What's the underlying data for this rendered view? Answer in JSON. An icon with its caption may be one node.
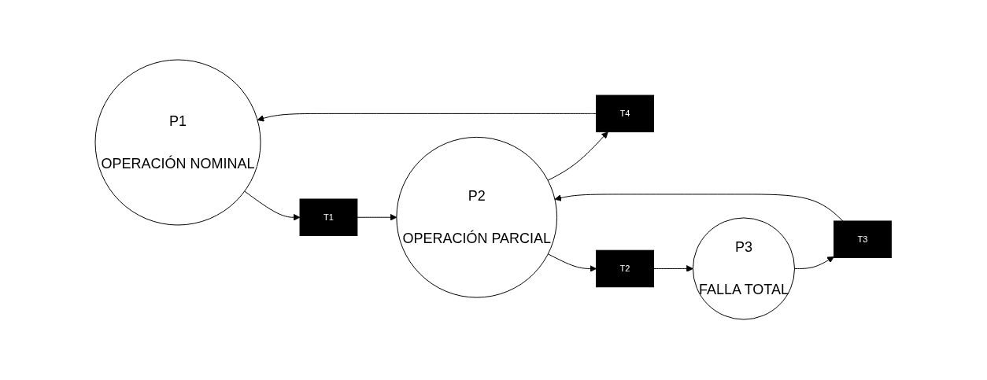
{
  "diagram": {
    "nodes": [
      {
        "text": [
          "T4"
        ]
      },
      {
        "text": [
          "T3"
        ]
      },
      {
        "text": [
          "P1",
          "OPERACIÓN NOMINAL"
        ]
      },
      {
        "text": [
          "P2",
          "OPERACIÓN PARCIAL"
        ]
      },
      {
        "text": [
          "P3",
          "FALLA TOTAL"
        ]
      },
      {
        "text": [
          "T1"
        ]
      },
      {
        "text": [
          "T2"
        ]
      }
    ],
    "edges": [
      {
        "from": 2,
        "to": 5,
        "arrow": "to"
      },
      {
        "from": 5,
        "to": 3,
        "arrow": "to"
      },
      {
        "from": 3,
        "to": 6,
        "arrow": "to"
      },
      {
        "from": 6,
        "to": 4,
        "arrow": "to"
      },
      {
        "from": 4,
        "to": 1,
        "arrow": "to"
      },
      {
        "from": 1,
        "to": 3,
        "arrow": "to"
      },
      {
        "from": 3,
        "to": 0,
        "arrow": "to"
      },
      {
        "from": 0,
        "to": 2,
        "arrow": "to"
      }
    ]
  }
}
